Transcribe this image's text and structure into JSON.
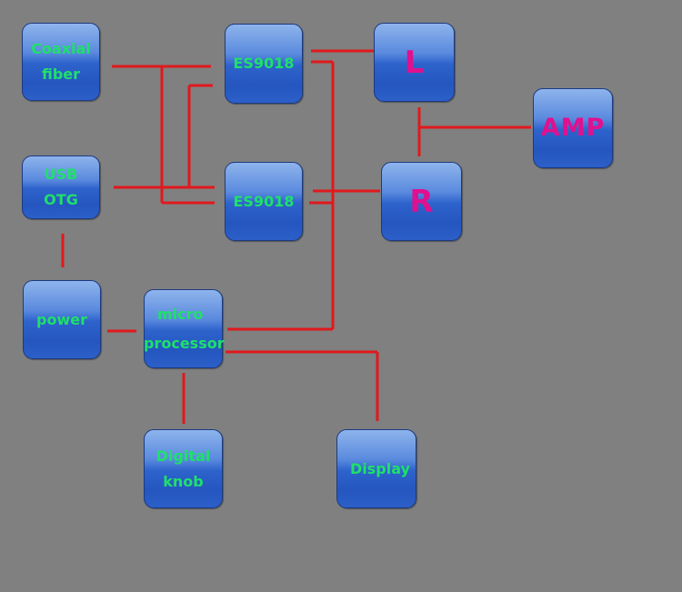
{
  "blocks": {
    "coaxial": {
      "line1": "Coaxial",
      "line2": "fiber"
    },
    "usb": {
      "line1": "USB",
      "line2": "OTG"
    },
    "power": {
      "label": "power"
    },
    "dac_top": {
      "label": "ES9018"
    },
    "dac_bottom": {
      "label": "ES9018"
    },
    "micro": {
      "line1": "micro",
      "line2": "processor"
    },
    "knob": {
      "line1": "Digital",
      "line2": "knob"
    },
    "display": {
      "label": "Display"
    },
    "left": {
      "label": "L"
    },
    "right": {
      "label": "R"
    },
    "amp": {
      "label": "AMP"
    }
  },
  "colors": {
    "background": "#808080",
    "wire": "#e0191d",
    "box_label": "#1fe06a",
    "channel_label": "#e0108e",
    "box_fill": "#2e63cc"
  }
}
